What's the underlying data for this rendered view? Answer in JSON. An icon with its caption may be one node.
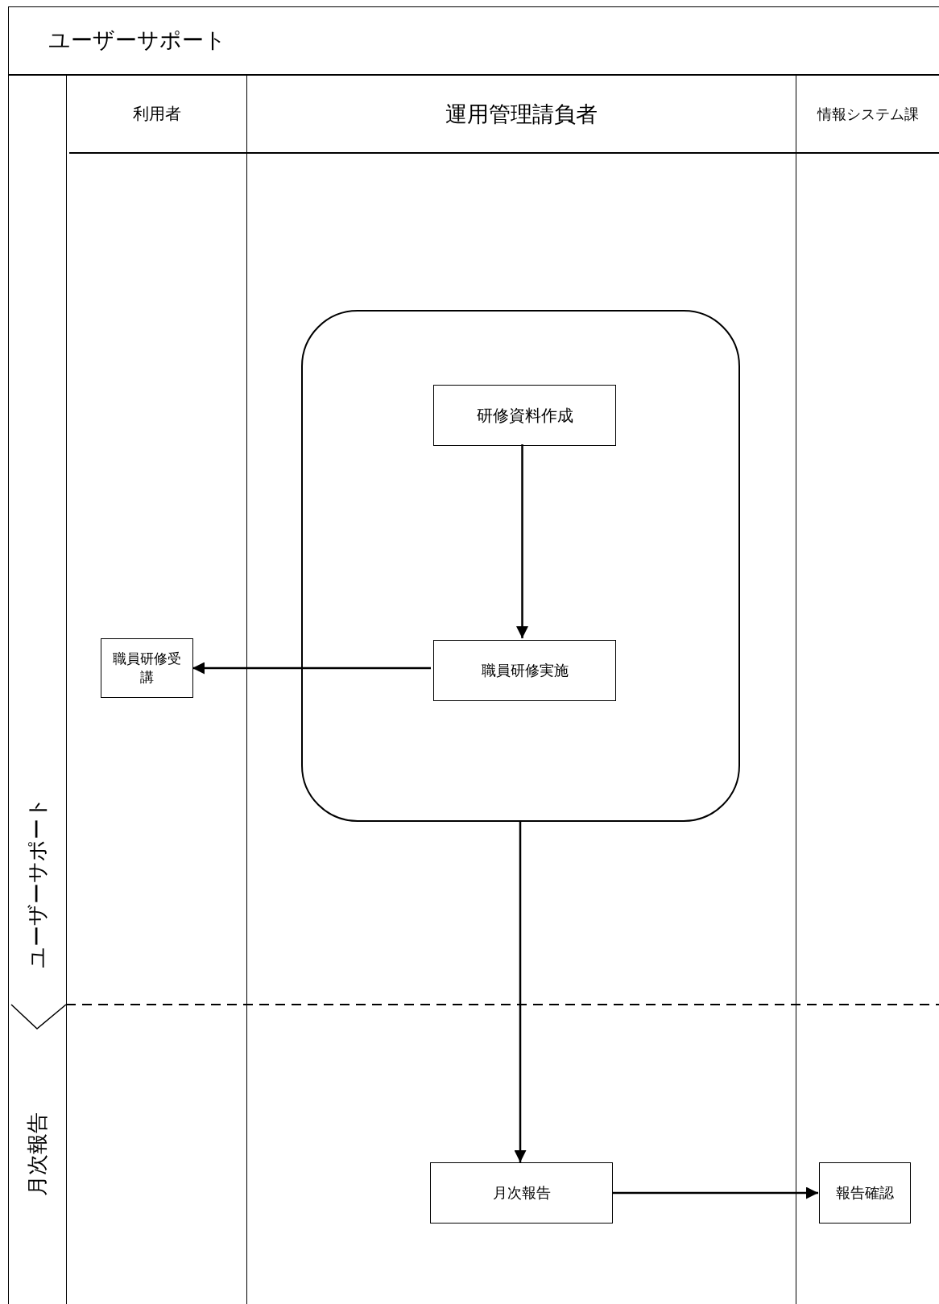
{
  "diagram": {
    "title": "ユーザーサポート",
    "nodes": [
      {
        "text": [
          "利用者"
        ]
      },
      {
        "text": [
          "運用管理請負者"
        ]
      },
      {
        "text": [
          "情報システム課"
        ]
      },
      {
        "text": [
          "ユーザーサポート"
        ]
      },
      {
        "text": [
          "月次報告"
        ]
      },
      {
        "text": [],
        "shape": "box",
        "in": 1
      },
      {
        "text": [
          "研修資料作成"
        ],
        "in": 5
      },
      {
        "text": [
          "職員研修実施"
        ],
        "in": 5
      },
      {
        "text": [
          "職員研修受講"
        ],
        "in": 0
      },
      {
        "text": [
          "月次報告"
        ],
        "in": 1
      },
      {
        "text": [
          "報告確認"
        ],
        "in": 2
      }
    ],
    "edges": [
      {
        "from": 6,
        "to": 7,
        "arrow": "to"
      },
      {
        "from": 7,
        "to": 8,
        "arrow": "to"
      },
      {
        "from": 5,
        "to": 9,
        "arrow": "to"
      },
      {
        "from": 9,
        "to": 10,
        "arrow": "to"
      }
    ]
  }
}
